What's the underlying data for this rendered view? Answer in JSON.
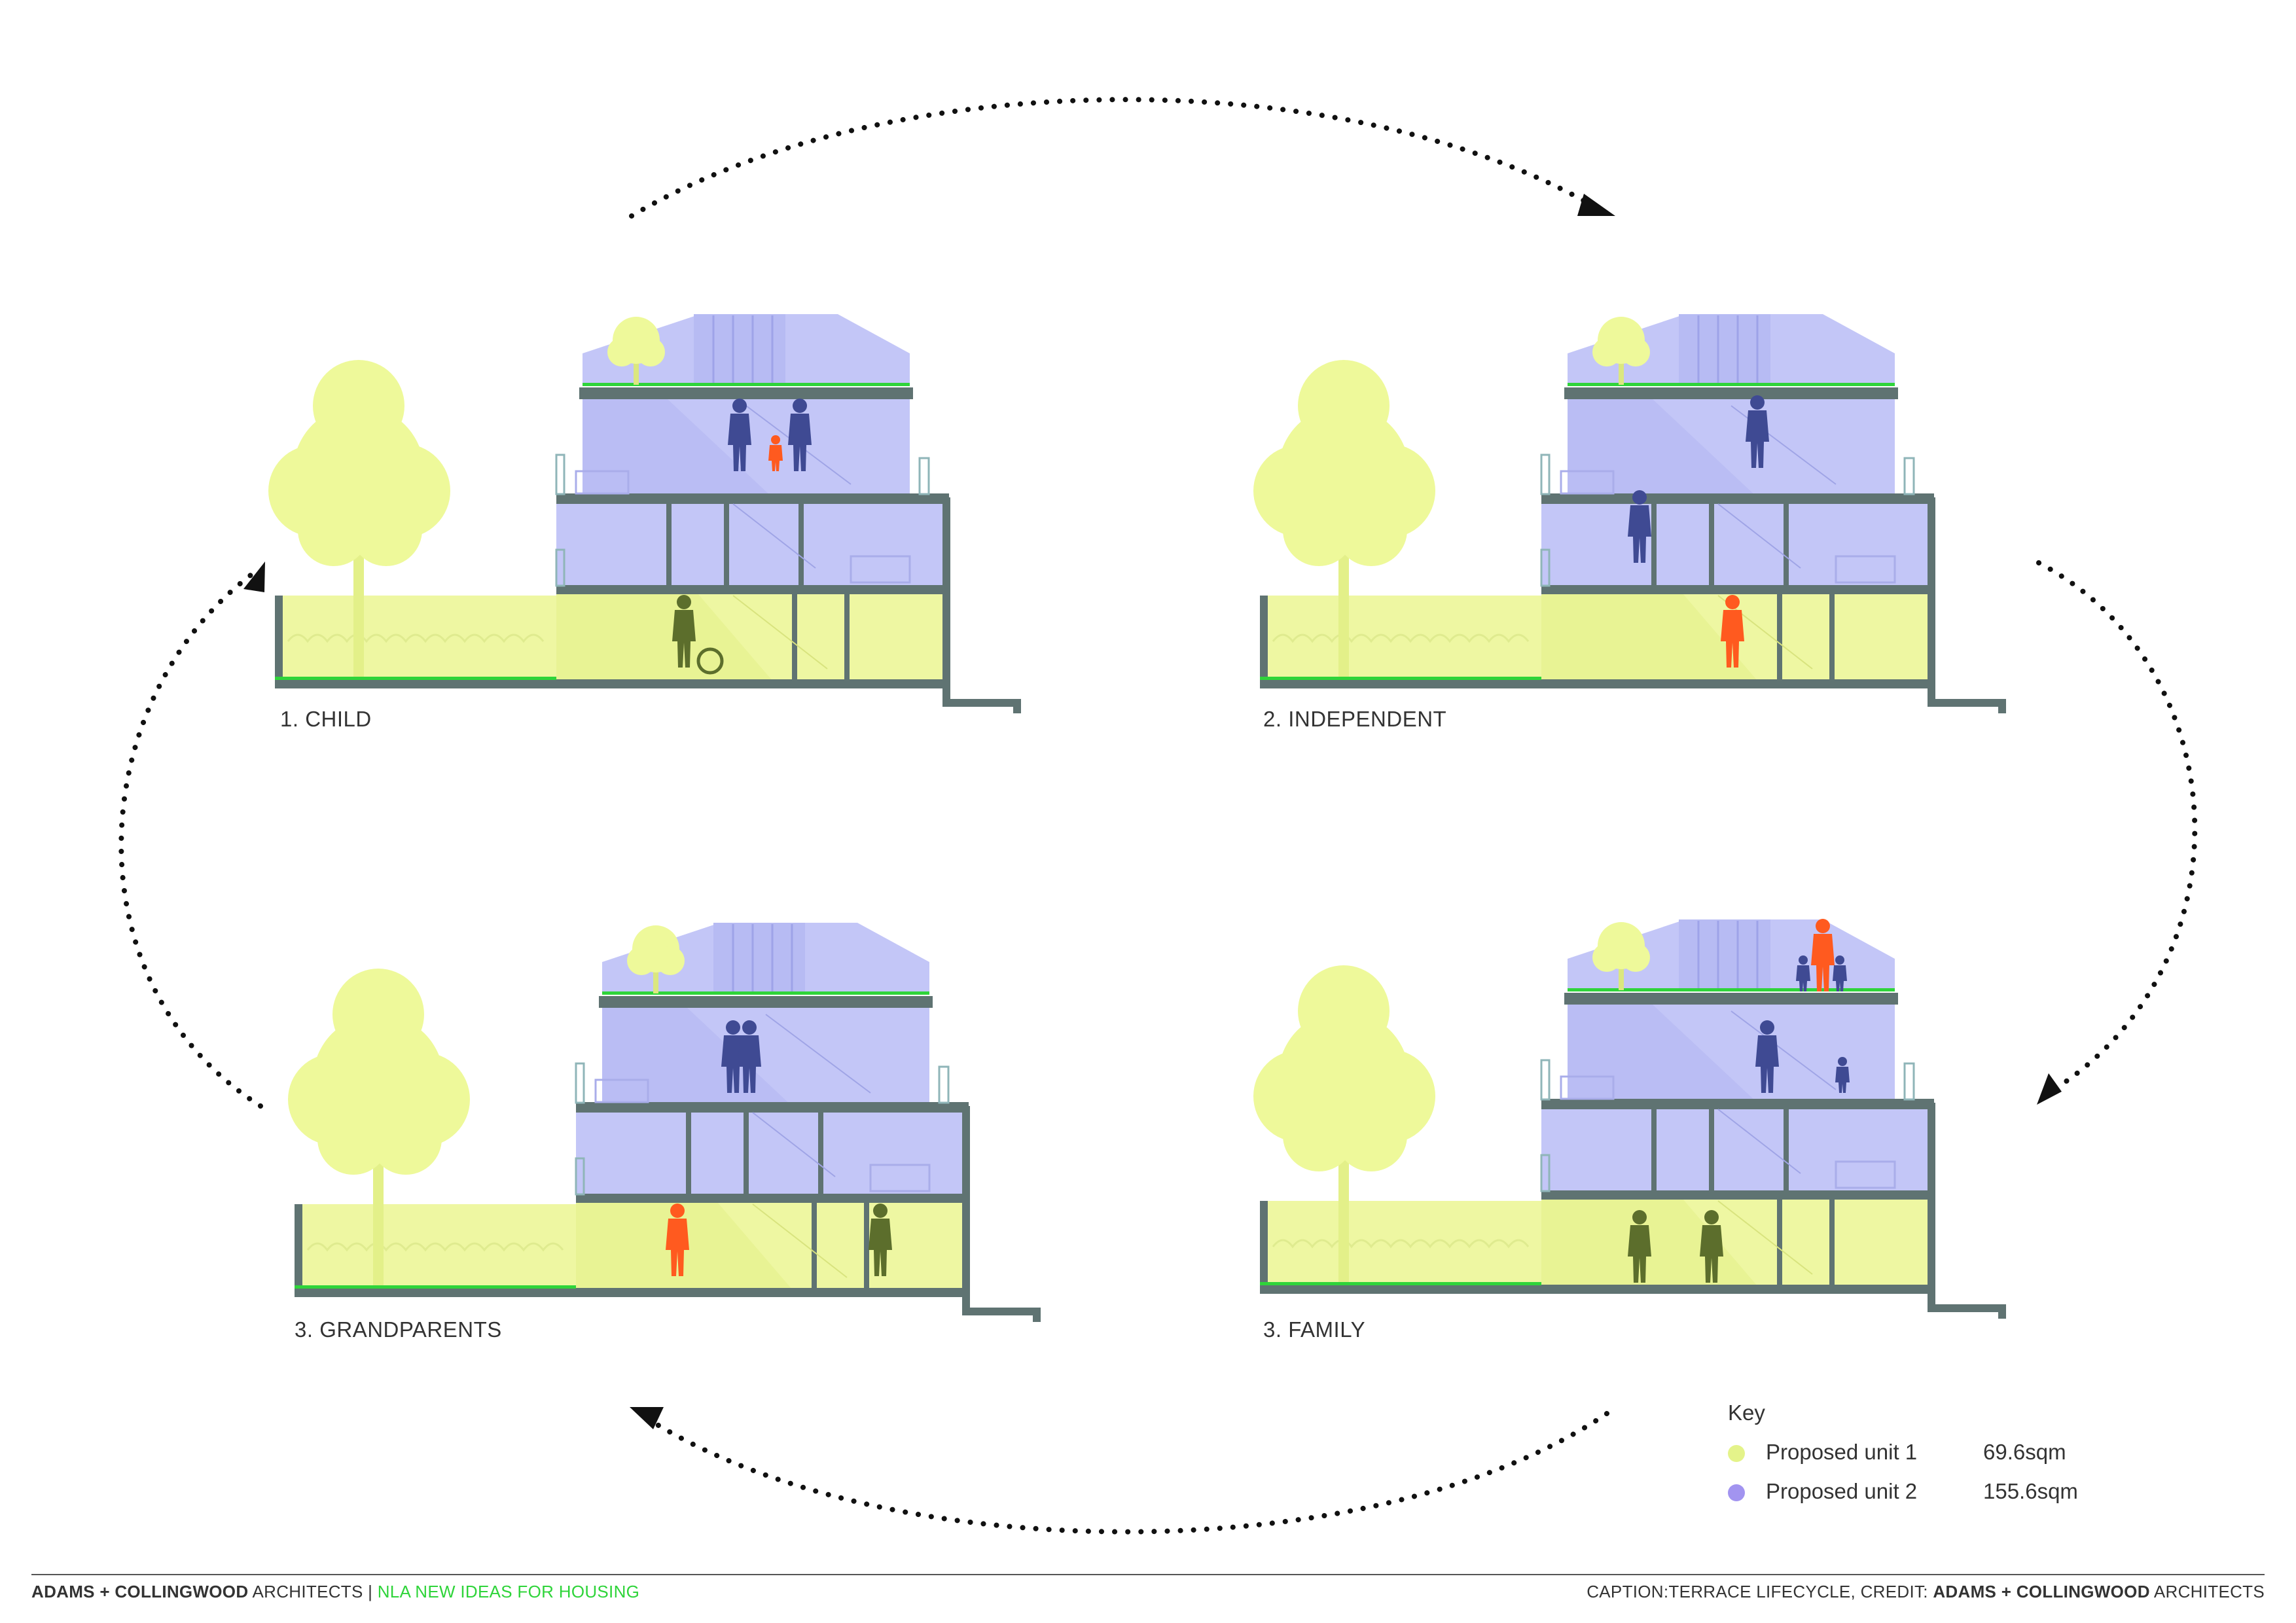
{
  "stages": [
    {
      "label": "1. CHILD"
    },
    {
      "label": "2. INDEPENDENT"
    },
    {
      "label": "3. GRANDPARENTS"
    },
    {
      "label": "3. FAMILY"
    }
  ],
  "key": {
    "title": "Key",
    "items": [
      {
        "name": "Proposed unit 1",
        "area": "69.6sqm",
        "color": "#e4f38a"
      },
      {
        "name": "Proposed unit 2",
        "area": "155.6sqm",
        "color": "#a294f0"
      }
    ]
  },
  "footer": {
    "left_firm_bold": "ADAMS + COLLINGWOOD",
    "left_firm_suffix": " ARCHITECTS | ",
    "left_project": "NLA NEW IDEAS FOR HOUSING",
    "right_caption": "CAPTION:TERRACE LIFECYCLE, CREDIT: ",
    "right_firm_bold": "ADAMS + COLLINGWOOD",
    "right_firm_suffix": " ARCHITECTS"
  },
  "colors": {
    "unit1": "#eef7a2",
    "unit2": "#c3c6f7",
    "tree": "#eef99a",
    "structure": "#5f7372",
    "figure_dark": "#3f4a93",
    "figure_accent": "#ff5a1f",
    "figure_olive": "#5c6e2c",
    "arrow": "#111111",
    "accent_green": "#2fd43a"
  }
}
